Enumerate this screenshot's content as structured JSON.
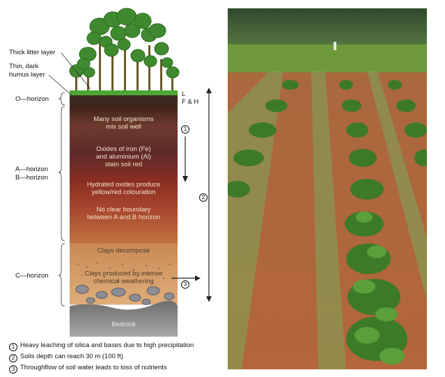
{
  "labels": {
    "thick_litter": "Thick litter layer",
    "humus_1": "Thin, dark",
    "humus_2": "humus layer",
    "o_horizon": "O—horizon",
    "a_horizon": "A—horizon",
    "b_horizon": "B—horizon",
    "c_horizon": "C—horizon",
    "l": "L",
    "fh": "F & H"
  },
  "layers": {
    "organisms_1": "Many soil organisms",
    "organisms_2": "mix soil well",
    "oxides_1": "Oxides of iron (Fe)",
    "oxides_2": "and aluminium (Al)",
    "oxides_3": "stain soil red",
    "hydrated_1": "Hydrated oxides produce",
    "hydrated_2": "yellow/red colouration",
    "boundary_1": "No clear boundary",
    "boundary_2": "between A and B horizon",
    "clays_1": "Clays decompose",
    "clays_2": "Clays produced by intense",
    "clays_3": "chemical weathering",
    "bedrock": "Bedrock"
  },
  "markers": {
    "m1": "1",
    "m2": "2",
    "m3": "3"
  },
  "legend": [
    {
      "num": "1",
      "text": "Heavy leaching of silica and bases due to high precipitation"
    },
    {
      "num": "2",
      "text": "Soils depth can reach 30 m (100 ft)"
    },
    {
      "num": "3",
      "text": "Throughflow of soil water leads to loss of nutrients"
    }
  ],
  "colors": {
    "o": "#3a2a1e",
    "a_top": "#7a4a3a",
    "a_mid": "#6a2e2a",
    "red": "#8a2e22",
    "orange": "#b45a36",
    "c": "#d49a66",
    "bedrock": "#8a8a8a"
  }
}
